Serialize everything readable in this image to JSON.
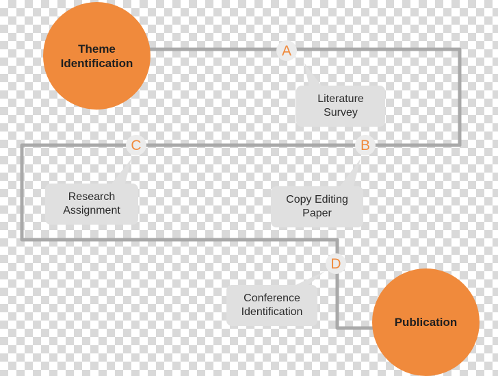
{
  "colors": {
    "accent": "#f08a3c",
    "line": "#a9a9a9",
    "box_fill": "#e0e0e0",
    "node_fill": "#ececec",
    "node_text": "#f08a3c",
    "text": "#2b2b2b"
  },
  "start": {
    "label": "Theme\nIdentification"
  },
  "end": {
    "label": "Publication"
  },
  "steps": [
    {
      "marker": "A",
      "label": "Literature\nSurvey"
    },
    {
      "marker": "B",
      "label": "Copy Editing\nPaper"
    },
    {
      "marker": "C",
      "label": "Research\nAssignment"
    },
    {
      "marker": "D",
      "label": "Conference\nIdentification"
    }
  ]
}
